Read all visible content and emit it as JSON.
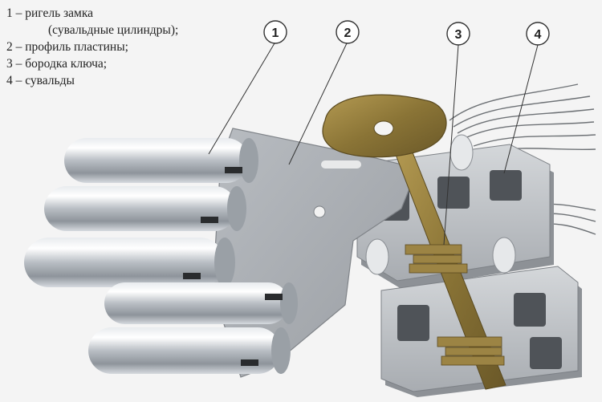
{
  "legend": {
    "items": [
      "1 – ригель замка",
      "(сувальдные цилиндры);",
      "2 – профиль пластины;",
      "3 – бородка ключа;",
      "4 – сувальды"
    ]
  },
  "callouts": [
    "1",
    "2",
    "3",
    "4"
  ],
  "colors": {
    "background": "#f4f4f4",
    "steel": "#c9cdd2",
    "plate": "#a7abb0",
    "key": "#8a7436",
    "callout_stroke": "#333333"
  }
}
